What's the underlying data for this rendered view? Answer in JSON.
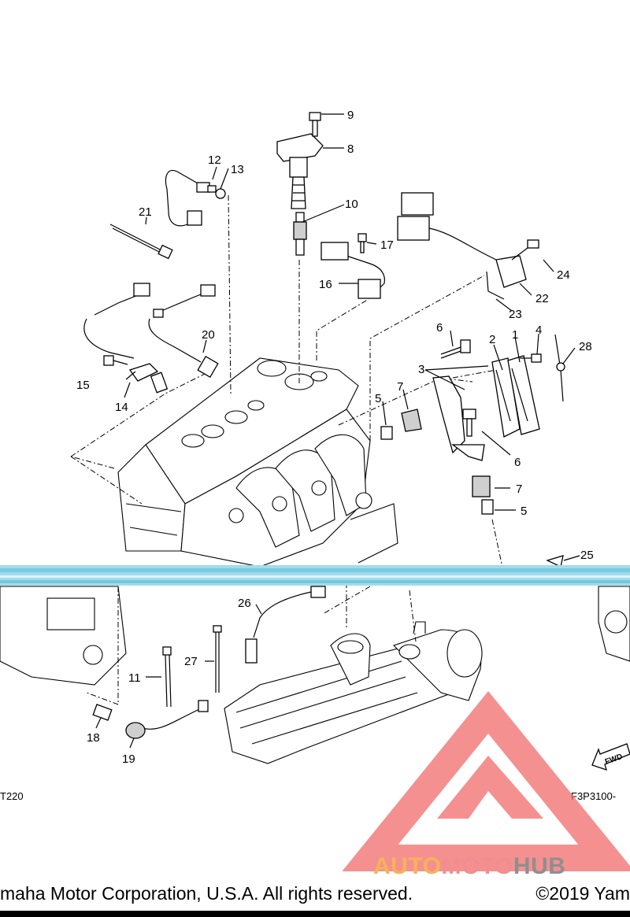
{
  "callouts": [
    "1",
    "2",
    "3",
    "4",
    "5",
    "5",
    "6",
    "6",
    "7",
    "7",
    "8",
    "9",
    "10",
    "11",
    "12",
    "13",
    "14",
    "15",
    "16",
    "17",
    "18",
    "19",
    "20",
    "21",
    "22",
    "23",
    "24",
    "25",
    "26",
    "27",
    "28"
  ],
  "diagram_codes": {
    "left": "T220",
    "right": "F3P3100-"
  },
  "fwd_arrow": "FWD",
  "footer": {
    "copyright": "maha Motor Corporation, U.S.A. All rights reserved.",
    "year": "©2019 Yam"
  },
  "watermark": {
    "part_a": "AUTO",
    "part_b": "MOTO",
    "part_c": "HUB",
    "colors": {
      "triangle": "#f26b6b",
      "auto": "#f4b35a",
      "moto": "#f08f8f",
      "hub": "#8f8f8f"
    }
  },
  "glitch_band_color": "#7fd0e6"
}
